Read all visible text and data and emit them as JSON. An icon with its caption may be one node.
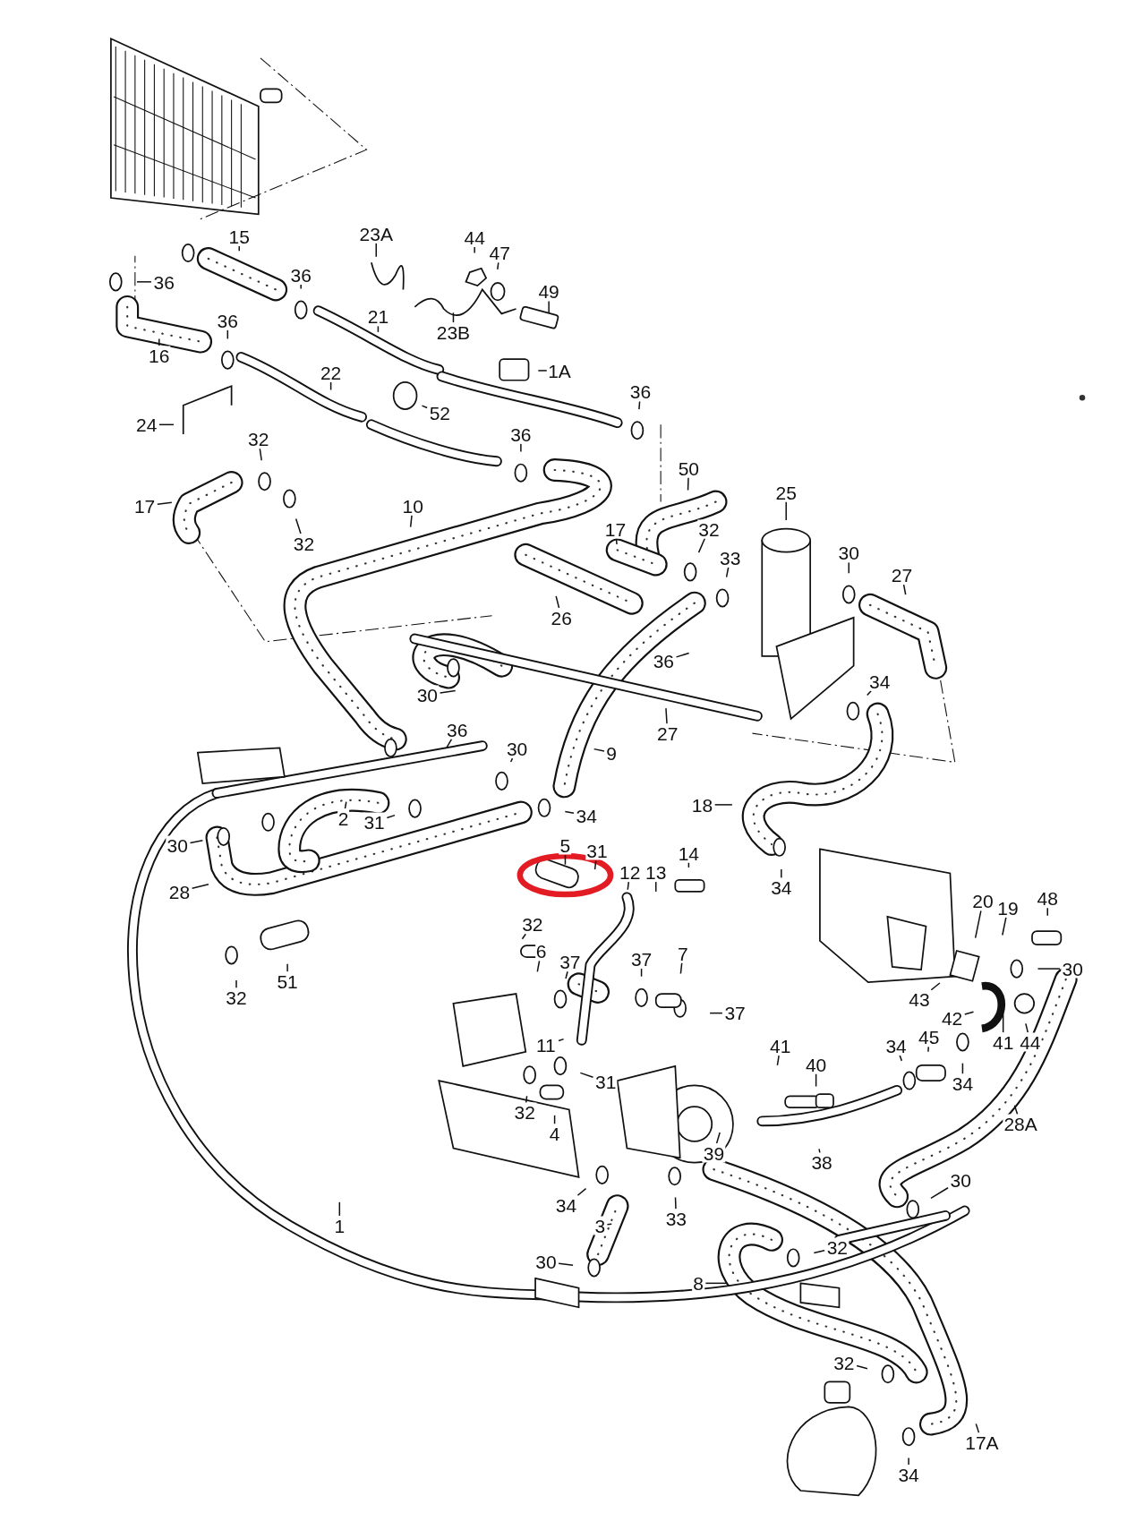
{
  "diagram": {
    "nodes": [
      {
        "text": [
          "15"
        ]
      },
      {
        "text": [
          "36"
        ]
      },
      {
        "text": [
          "16"
        ]
      },
      {
        "text": [
          "36"
        ]
      },
      {
        "text": [
          "36"
        ]
      },
      {
        "text": [
          "23A"
        ]
      },
      {
        "text": [
          "44"
        ]
      },
      {
        "text": [
          "47"
        ]
      },
      {
        "text": [
          "23B"
        ]
      },
      {
        "text": [
          "49"
        ]
      },
      {
        "text": [
          "21"
        ]
      },
      {
        "text": [
          "1A"
        ]
      },
      {
        "text": [
          "22"
        ]
      },
      {
        "text": [
          "52"
        ]
      },
      {
        "text": [
          "24"
        ]
      },
      {
        "text": [
          "36"
        ]
      },
      {
        "text": [
          "32"
        ]
      },
      {
        "text": [
          "36"
        ]
      },
      {
        "text": [
          "17"
        ]
      },
      {
        "text": [
          "32"
        ]
      },
      {
        "text": [
          "10"
        ]
      },
      {
        "text": [
          "50"
        ]
      },
      {
        "text": [
          "25"
        ]
      },
      {
        "text": [
          "17"
        ]
      },
      {
        "text": [
          "32"
        ]
      },
      {
        "text": [
          "33"
        ]
      },
      {
        "text": [
          "30"
        ]
      },
      {
        "text": [
          "27"
        ]
      },
      {
        "text": [
          "26"
        ]
      },
      {
        "text": [
          "36"
        ]
      },
      {
        "text": [
          "30"
        ]
      },
      {
        "text": [
          "34"
        ]
      },
      {
        "text": [
          "27"
        ]
      },
      {
        "text": [
          "36"
        ]
      },
      {
        "text": [
          "30"
        ]
      },
      {
        "text": [
          "9"
        ]
      },
      {
        "text": [
          "2"
        ]
      },
      {
        "text": [
          "31"
        ]
      },
      {
        "text": [
          "34"
        ]
      },
      {
        "text": [
          "18"
        ]
      },
      {
        "text": [
          "30"
        ]
      },
      {
        "text": [
          "5"
        ]
      },
      {
        "text": [
          "31"
        ]
      },
      {
        "text": [
          "12"
        ]
      },
      {
        "text": [
          "13"
        ]
      },
      {
        "text": [
          "14"
        ]
      },
      {
        "text": [
          "28"
        ]
      },
      {
        "text": [
          "34"
        ]
      },
      {
        "text": [
          "20"
        ]
      },
      {
        "text": [
          "19"
        ]
      },
      {
        "text": [
          "48"
        ]
      },
      {
        "text": [
          "32"
        ]
      },
      {
        "text": [
          "6"
        ]
      },
      {
        "text": [
          "37"
        ]
      },
      {
        "text": [
          "37"
        ]
      },
      {
        "text": [
          "7"
        ]
      },
      {
        "text": [
          "30"
        ]
      },
      {
        "text": [
          "32"
        ]
      },
      {
        "text": [
          "51"
        ]
      },
      {
        "text": [
          "43"
        ]
      },
      {
        "text": [
          "42"
        ]
      },
      {
        "text": [
          "37"
        ]
      },
      {
        "text": [
          "11"
        ]
      },
      {
        "text": [
          "34"
        ]
      },
      {
        "text": [
          "45"
        ]
      },
      {
        "text": [
          "41"
        ]
      },
      {
        "text": [
          "44"
        ]
      },
      {
        "text": [
          "41"
        ]
      },
      {
        "text": [
          "40"
        ]
      },
      {
        "text": [
          "34"
        ]
      },
      {
        "text": [
          "31"
        ]
      },
      {
        "text": [
          "32"
        ]
      },
      {
        "text": [
          "4"
        ]
      },
      {
        "text": [
          "39"
        ]
      },
      {
        "text": [
          "38"
        ]
      },
      {
        "text": [
          "28A"
        ]
      },
      {
        "text": [
          "1"
        ]
      },
      {
        "text": [
          "34"
        ]
      },
      {
        "text": [
          "33"
        ]
      },
      {
        "text": [
          "30"
        ]
      },
      {
        "text": [
          "3"
        ]
      },
      {
        "text": [
          "30"
        ]
      },
      {
        "text": [
          "32"
        ]
      },
      {
        "text": [
          "8"
        ]
      },
      {
        "text": [
          "32"
        ]
      },
      {
        "text": [
          "17A"
        ]
      },
      {
        "text": [
          "34"
        ]
      }
    ],
    "edges": [
      {
        "from": 0,
        "to": null,
        "arrow": "none"
      },
      {
        "from": 1,
        "to": null,
        "arrow": "none"
      },
      {
        "from": 2,
        "to": null,
        "arrow": "none"
      },
      {
        "from": 3,
        "to": null,
        "arrow": "none"
      },
      {
        "from": 4,
        "to": null,
        "arrow": "none"
      },
      {
        "from": 5,
        "to": null,
        "arrow": "none"
      },
      {
        "from": 6,
        "to": null,
        "arrow": "none"
      },
      {
        "from": 7,
        "to": null,
        "arrow": "none"
      },
      {
        "from": 8,
        "to": null,
        "arrow": "none"
      },
      {
        "from": 9,
        "to": null,
        "arrow": "none"
      },
      {
        "from": 10,
        "to": null,
        "arrow": "none"
      },
      {
        "from": 11,
        "to": null,
        "arrow": "none"
      },
      {
        "from": 12,
        "to": null,
        "arrow": "none"
      },
      {
        "from": 13,
        "to": null,
        "arrow": "none"
      },
      {
        "from": 14,
        "to": null,
        "arrow": "none"
      },
      {
        "from": 15,
        "to": null,
        "arrow": "none"
      },
      {
        "from": 16,
        "to": null,
        "arrow": "none"
      },
      {
        "from": 17,
        "to": null,
        "arrow": "none"
      },
      {
        "from": 18,
        "to": null,
        "arrow": "none"
      },
      {
        "from": 19,
        "to": null,
        "arrow": "none"
      },
      {
        "from": 20,
        "to": null,
        "arrow": "none"
      },
      {
        "from": 21,
        "to": null,
        "arrow": "none"
      },
      {
        "from": 22,
        "to": null,
        "arrow": "none"
      },
      {
        "from": 23,
        "to": null,
        "arrow": "none"
      },
      {
        "from": 24,
        "to": null,
        "arrow": "none"
      },
      {
        "from": 25,
        "to": null,
        "arrow": "none"
      },
      {
        "from": 26,
        "to": null,
        "arrow": "none"
      },
      {
        "from": 27,
        "to": null,
        "arrow": "none"
      },
      {
        "from": 28,
        "to": null,
        "arrow": "none"
      },
      {
        "from": 29,
        "to": null,
        "arrow": "none"
      },
      {
        "from": 30,
        "to": null,
        "arrow": "none"
      },
      {
        "from": 31,
        "to": null,
        "arrow": "none"
      },
      {
        "from": 32,
        "to": null,
        "arrow": "none"
      },
      {
        "from": 33,
        "to": null,
        "arrow": "none"
      },
      {
        "from": 34,
        "to": null,
        "arrow": "none"
      },
      {
        "from": 35,
        "to": null,
        "arrow": "none"
      },
      {
        "from": 36,
        "to": null,
        "arrow": "none"
      },
      {
        "from": 37,
        "to": null,
        "arrow": "none"
      },
      {
        "from": 38,
        "to": null,
        "arrow": "none"
      },
      {
        "from": 39,
        "to": null,
        "arrow": "none"
      },
      {
        "from": 40,
        "to": null,
        "arrow": "none"
      },
      {
        "from": 41,
        "to": null,
        "arrow": "none"
      },
      {
        "from": 42,
        "to": null,
        "arrow": "none"
      },
      {
        "from": 43,
        "to": null,
        "arrow": "none"
      },
      {
        "from": 44,
        "to": null,
        "arrow": "none"
      },
      {
        "from": 45,
        "to": null,
        "arrow": "none"
      },
      {
        "from": 46,
        "to": null,
        "arrow": "none"
      },
      {
        "from": 47,
        "to": null,
        "arrow": "none"
      },
      {
        "from": 48,
        "to": null,
        "arrow": "none"
      },
      {
        "from": 49,
        "to": null,
        "arrow": "none"
      },
      {
        "from": 50,
        "to": null,
        "arrow": "none"
      },
      {
        "from": 51,
        "to": null,
        "arrow": "none"
      },
      {
        "from": 52,
        "to": null,
        "arrow": "none"
      },
      {
        "from": 53,
        "to": null,
        "arrow": "none"
      },
      {
        "from": 54,
        "to": null,
        "arrow": "none"
      },
      {
        "from": 55,
        "to": null,
        "arrow": "none"
      },
      {
        "from": 56,
        "to": null,
        "arrow": "none"
      },
      {
        "from": 57,
        "to": null,
        "arrow": "none"
      },
      {
        "from": 58,
        "to": null,
        "arrow": "none"
      },
      {
        "from": 59,
        "to": null,
        "arrow": "none"
      },
      {
        "from": 60,
        "to": null,
        "arrow": "none"
      },
      {
        "from": 61,
        "to": null,
        "arrow": "none"
      },
      {
        "from": 62,
        "to": null,
        "arrow": "none"
      },
      {
        "from": 63,
        "to": null,
        "arrow": "none"
      },
      {
        "from": 64,
        "to": null,
        "arrow": "none"
      },
      {
        "from": 65,
        "to": null,
        "arrow": "none"
      },
      {
        "from": 66,
        "to": null,
        "arrow": "none"
      },
      {
        "from": 67,
        "to": null,
        "arrow": "none"
      },
      {
        "from": 68,
        "to": null,
        "arrow": "none"
      },
      {
        "from": 69,
        "to": null,
        "arrow": "none"
      },
      {
        "from": 70,
        "to": null,
        "arrow": "none"
      },
      {
        "from": 71,
        "to": null,
        "arrow": "none"
      },
      {
        "from": 72,
        "to": null,
        "arrow": "none"
      },
      {
        "from": 73,
        "to": null,
        "arrow": "none"
      },
      {
        "from": 74,
        "to": null,
        "arrow": "none"
      },
      {
        "from": 75,
        "to": null,
        "arrow": "none"
      },
      {
        "from": 76,
        "to": null,
        "arrow": "none"
      },
      {
        "from": 77,
        "to": null,
        "arrow": "none"
      },
      {
        "from": 78,
        "to": null,
        "arrow": "none"
      },
      {
        "from": 79,
        "to": null,
        "arrow": "none"
      },
      {
        "from": 80,
        "to": null,
        "arrow": "none"
      },
      {
        "from": 81,
        "to": null,
        "arrow": "none"
      },
      {
        "from": 82,
        "to": null,
        "arrow": "none"
      },
      {
        "from": 83,
        "to": null,
        "arrow": "none"
      },
      {
        "from": 84,
        "to": null,
        "arrow": "none"
      },
      {
        "from": 85,
        "to": null,
        "arrow": "none"
      },
      {
        "from": 86,
        "to": null,
        "arrow": "none"
      }
    ]
  }
}
